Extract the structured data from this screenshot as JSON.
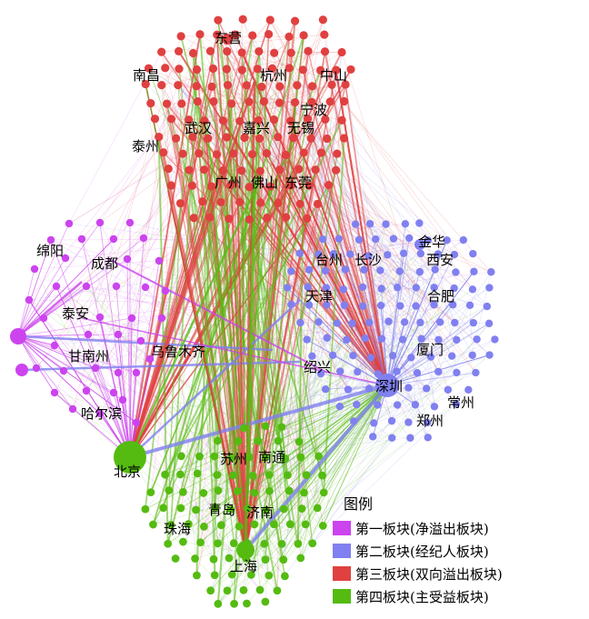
{
  "legend": {
    "title": "图例",
    "items": [
      {
        "label": "第一板块(净溢出板块)",
        "color": "#cc44ee"
      },
      {
        "label": "第二板块(经纪人板块)",
        "color": "#8080f0"
      },
      {
        "label": "第三板块(双向溢出板块)",
        "color": "#e04040"
      },
      {
        "label": "第四板块(主受益板块)",
        "color": "#55bb11"
      }
    ]
  },
  "cities": {
    "dongying": "东营",
    "nanchang": "南昌",
    "hangzhou": "杭州",
    "zhongshan": "中山",
    "ningbo": "宁波",
    "wuhan": "武汉",
    "jiaxing": "嘉兴",
    "wuxi": "无锡",
    "taizhou_js": "泰州",
    "guangzhou": "广州",
    "foshan": "佛山",
    "dongguan": "东莞",
    "jinhua": "金华",
    "mianyang": "绵阳",
    "chengdu": "成都",
    "taizhou_zj": "台州",
    "changsha": "长沙",
    "xian": "西安",
    "tianjin": "天津",
    "hefei": "合肥",
    "taian": "泰安",
    "ganzhou": "甘南州",
    "urumqi": "乌鲁木齐",
    "xiamen": "厦门",
    "shaoxing": "绍兴",
    "shenzhen": "深圳",
    "changzhou": "常州",
    "harbin": "哈尔滨",
    "zhengzhou": "郑州",
    "beijing": "北京",
    "suzhou": "苏州",
    "nantong": "南通",
    "qingdao": "青岛",
    "jinan": "济南",
    "zhuhai": "珠海",
    "shanghai": "上海"
  }
}
